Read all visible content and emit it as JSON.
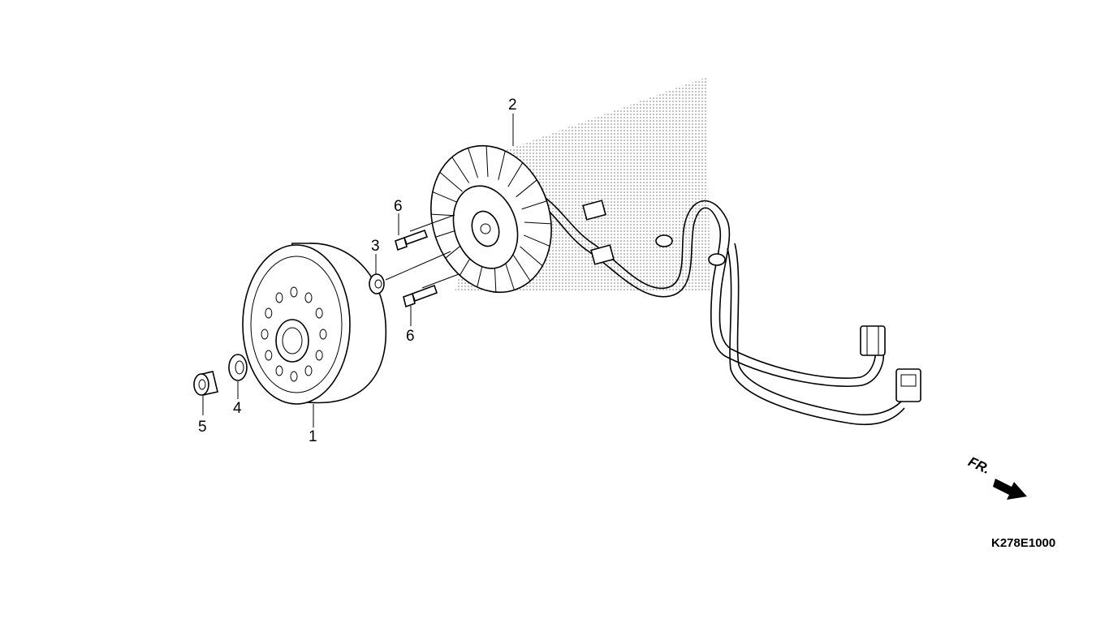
{
  "diagram": {
    "drawing_code": "K278E1000",
    "front_marker": "FR.",
    "parts": [
      {
        "ref": "1",
        "part": "flywheel"
      },
      {
        "ref": "2",
        "part": "stator"
      },
      {
        "ref": "3",
        "part": "washer"
      },
      {
        "ref": "4",
        "part": "washer"
      },
      {
        "ref": "5",
        "part": "nut"
      },
      {
        "ref": "6",
        "part": "bolt"
      },
      {
        "ref": "6",
        "part": "bolt"
      }
    ]
  }
}
